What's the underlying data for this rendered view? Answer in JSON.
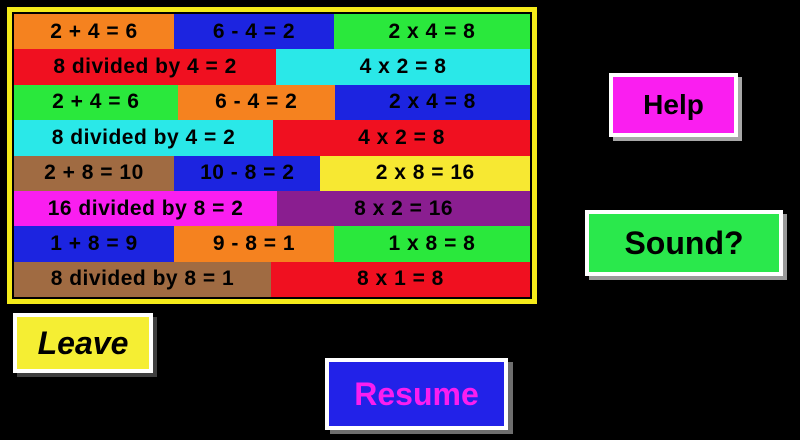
{
  "background_color": "#000000",
  "board": {
    "frame_color": "#f5eb1a",
    "text_color": "#000000",
    "rows": [
      {
        "tiles": [
          {
            "label": "2 + 4 = 6",
            "color": "#f5821f",
            "width_pct": 31.0
          },
          {
            "label": "6 - 4 = 2",
            "color": "#1c24e0",
            "width_pct": 31.0
          },
          {
            "label": "2 x 4 = 8",
            "color": "#2ae83c",
            "width_pct": 38.0
          }
        ]
      },
      {
        "tiles": [
          {
            "label": "8 divided by 4 = 2",
            "color": "#f01020",
            "width_pct": 50.8
          },
          {
            "label": "4 x 2 = 8",
            "color": "#2ae8e8",
            "width_pct": 49.2
          }
        ]
      },
      {
        "tiles": [
          {
            "label": "2 + 4 = 6",
            "color": "#2ae83c",
            "width_pct": 31.7
          },
          {
            "label": "6 - 4 = 2",
            "color": "#f5821f",
            "width_pct": 30.5
          },
          {
            "label": "2 x 4 = 8",
            "color": "#1c24e0",
            "width_pct": 37.8
          }
        ]
      },
      {
        "tiles": [
          {
            "label": "8 divided by 4 = 2",
            "color": "#2ae8e8",
            "width_pct": 50.2
          },
          {
            "label": "4 x 2 = 8",
            "color": "#f01020",
            "width_pct": 49.8
          }
        ]
      },
      {
        "tiles": [
          {
            "label": "2 + 8 = 10",
            "color": "#a06b42",
            "width_pct": 31.0
          },
          {
            "label": "10 - 8 = 2",
            "color": "#1c24e0",
            "width_pct": 28.4
          },
          {
            "label": "2 x 8 = 16",
            "color": "#f7e832",
            "width_pct": 40.6
          }
        ]
      },
      {
        "tiles": [
          {
            "label": "16 divided by 8 = 2",
            "color": "#fa1ef0",
            "width_pct": 51.0
          },
          {
            "label": "8 x 2 = 16",
            "color": "#8a1e90",
            "width_pct": 49.0
          }
        ]
      },
      {
        "tiles": [
          {
            "label": "1 + 8 = 9",
            "color": "#1c24e0",
            "width_pct": 31.0
          },
          {
            "label": "9 - 8 = 1",
            "color": "#f5821f",
            "width_pct": 31.0
          },
          {
            "label": "1 x 8 = 8",
            "color": "#2ae83c",
            "width_pct": 38.0
          }
        ]
      },
      {
        "tiles": [
          {
            "label": "8 divided by 8 = 1",
            "color": "#a06b42",
            "width_pct": 49.8
          },
          {
            "label": "8 x 1 = 8",
            "color": "#f01020",
            "width_pct": 50.2
          }
        ]
      }
    ]
  },
  "buttons": {
    "help": {
      "label": "Help",
      "bg": "#fa1ef0",
      "text_color": "#000000"
    },
    "sound": {
      "label": "Sound?",
      "bg": "#2ae84c",
      "text_color": "#000000"
    },
    "leave": {
      "label": "Leave",
      "bg": "#f5ee33",
      "text_color": "#000000"
    },
    "resume": {
      "label": "Resume",
      "bg": "#2222e8",
      "text_color": "#fa1ef0"
    }
  }
}
